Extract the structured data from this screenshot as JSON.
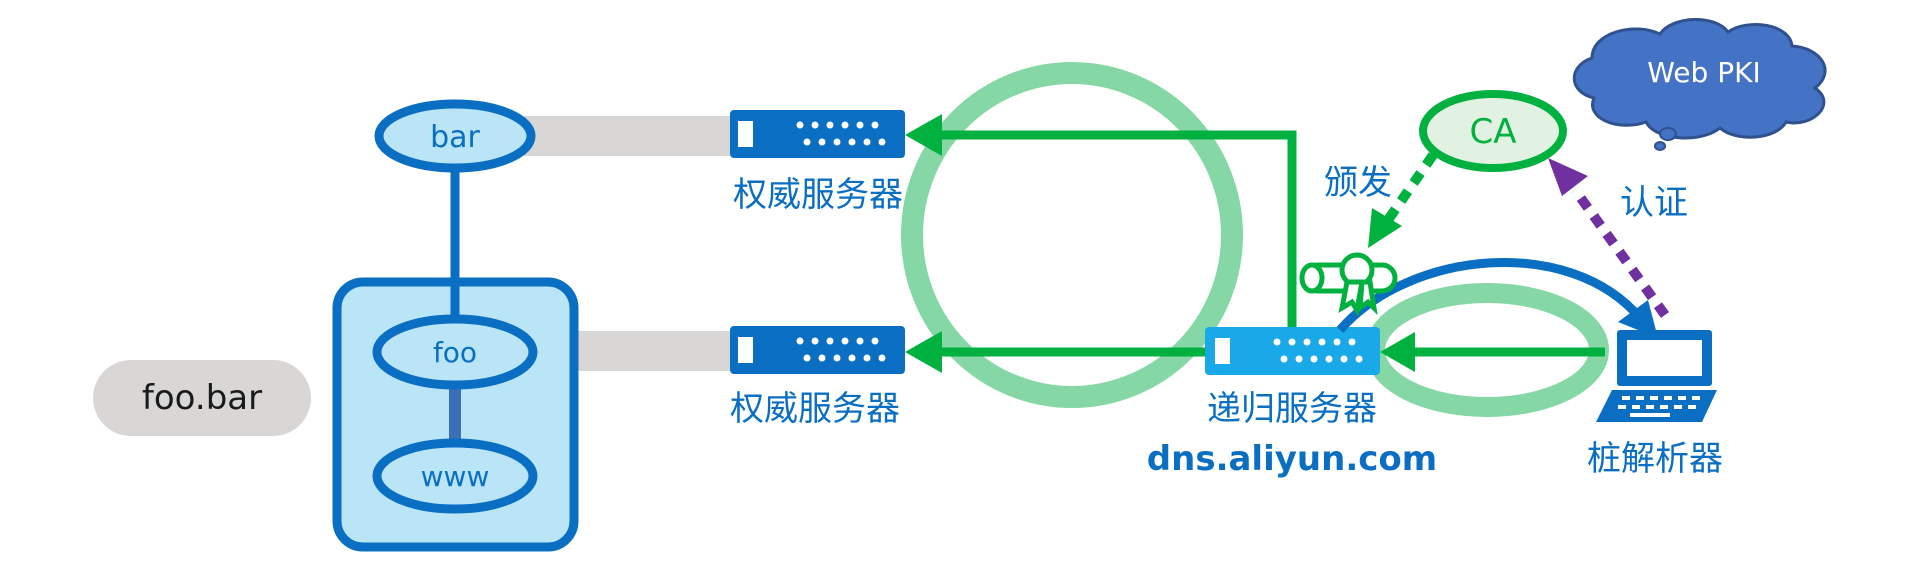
{
  "zone": {
    "tld_label": "bar",
    "domain_label": "foo",
    "host_label": "www",
    "pill_label": "foo.bar"
  },
  "servers": {
    "authoritative_top": "权威服务器",
    "authoritative_bottom": "权威服务器",
    "recursive": "递归服务器",
    "recursive_host": "dns.aliyun.com",
    "stub": "桩解析器"
  },
  "pki": {
    "cloud_label": "Web PKI",
    "ca_label": "CA",
    "issue_label": "颁发",
    "verify_label": "认证"
  },
  "colors": {
    "node_blue": "#0a6fc2",
    "node_fill": "#b9e5f7",
    "green_arrow": "#00b140",
    "green_loop": "#86d7a6",
    "purple_arrow": "#7030a0",
    "cloud_fill": "#4472c4",
    "ca_fill": "#e2f2e2",
    "pill_fill": "#d9d9d9"
  },
  "icons": [
    "server-icon",
    "laptop-icon",
    "certificate-icon",
    "cloud-icon"
  ]
}
